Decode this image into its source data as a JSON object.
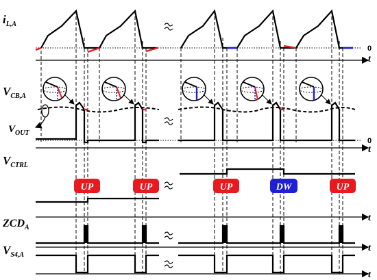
{
  "signals": {
    "il": {
      "main": "i",
      "sub": "L,A"
    },
    "vcb": {
      "main": "V",
      "sub": "CB,A"
    },
    "vout": {
      "main": "V",
      "sub": "OUT"
    },
    "vctrl": {
      "main": "V",
      "sub": "CTRL"
    },
    "zcd": {
      "main": "ZCD",
      "sub": "A"
    },
    "vs4": {
      "main": "V",
      "sub": "S4,A"
    }
  },
  "axis_label": "t",
  "zero_label": "0",
  "badges": [
    {
      "text": "UP",
      "color": "#e8191f"
    },
    {
      "text": "UP",
      "color": "#e8191f"
    },
    {
      "text": "UP",
      "color": "#e8191f"
    },
    {
      "text": "DW",
      "color": "#1f1fd6"
    },
    {
      "text": "UP",
      "color": "#e8191f"
    }
  ],
  "colors": {
    "red": "#e8191f",
    "blue": "#1f1fd6",
    "line": "#000000"
  }
}
